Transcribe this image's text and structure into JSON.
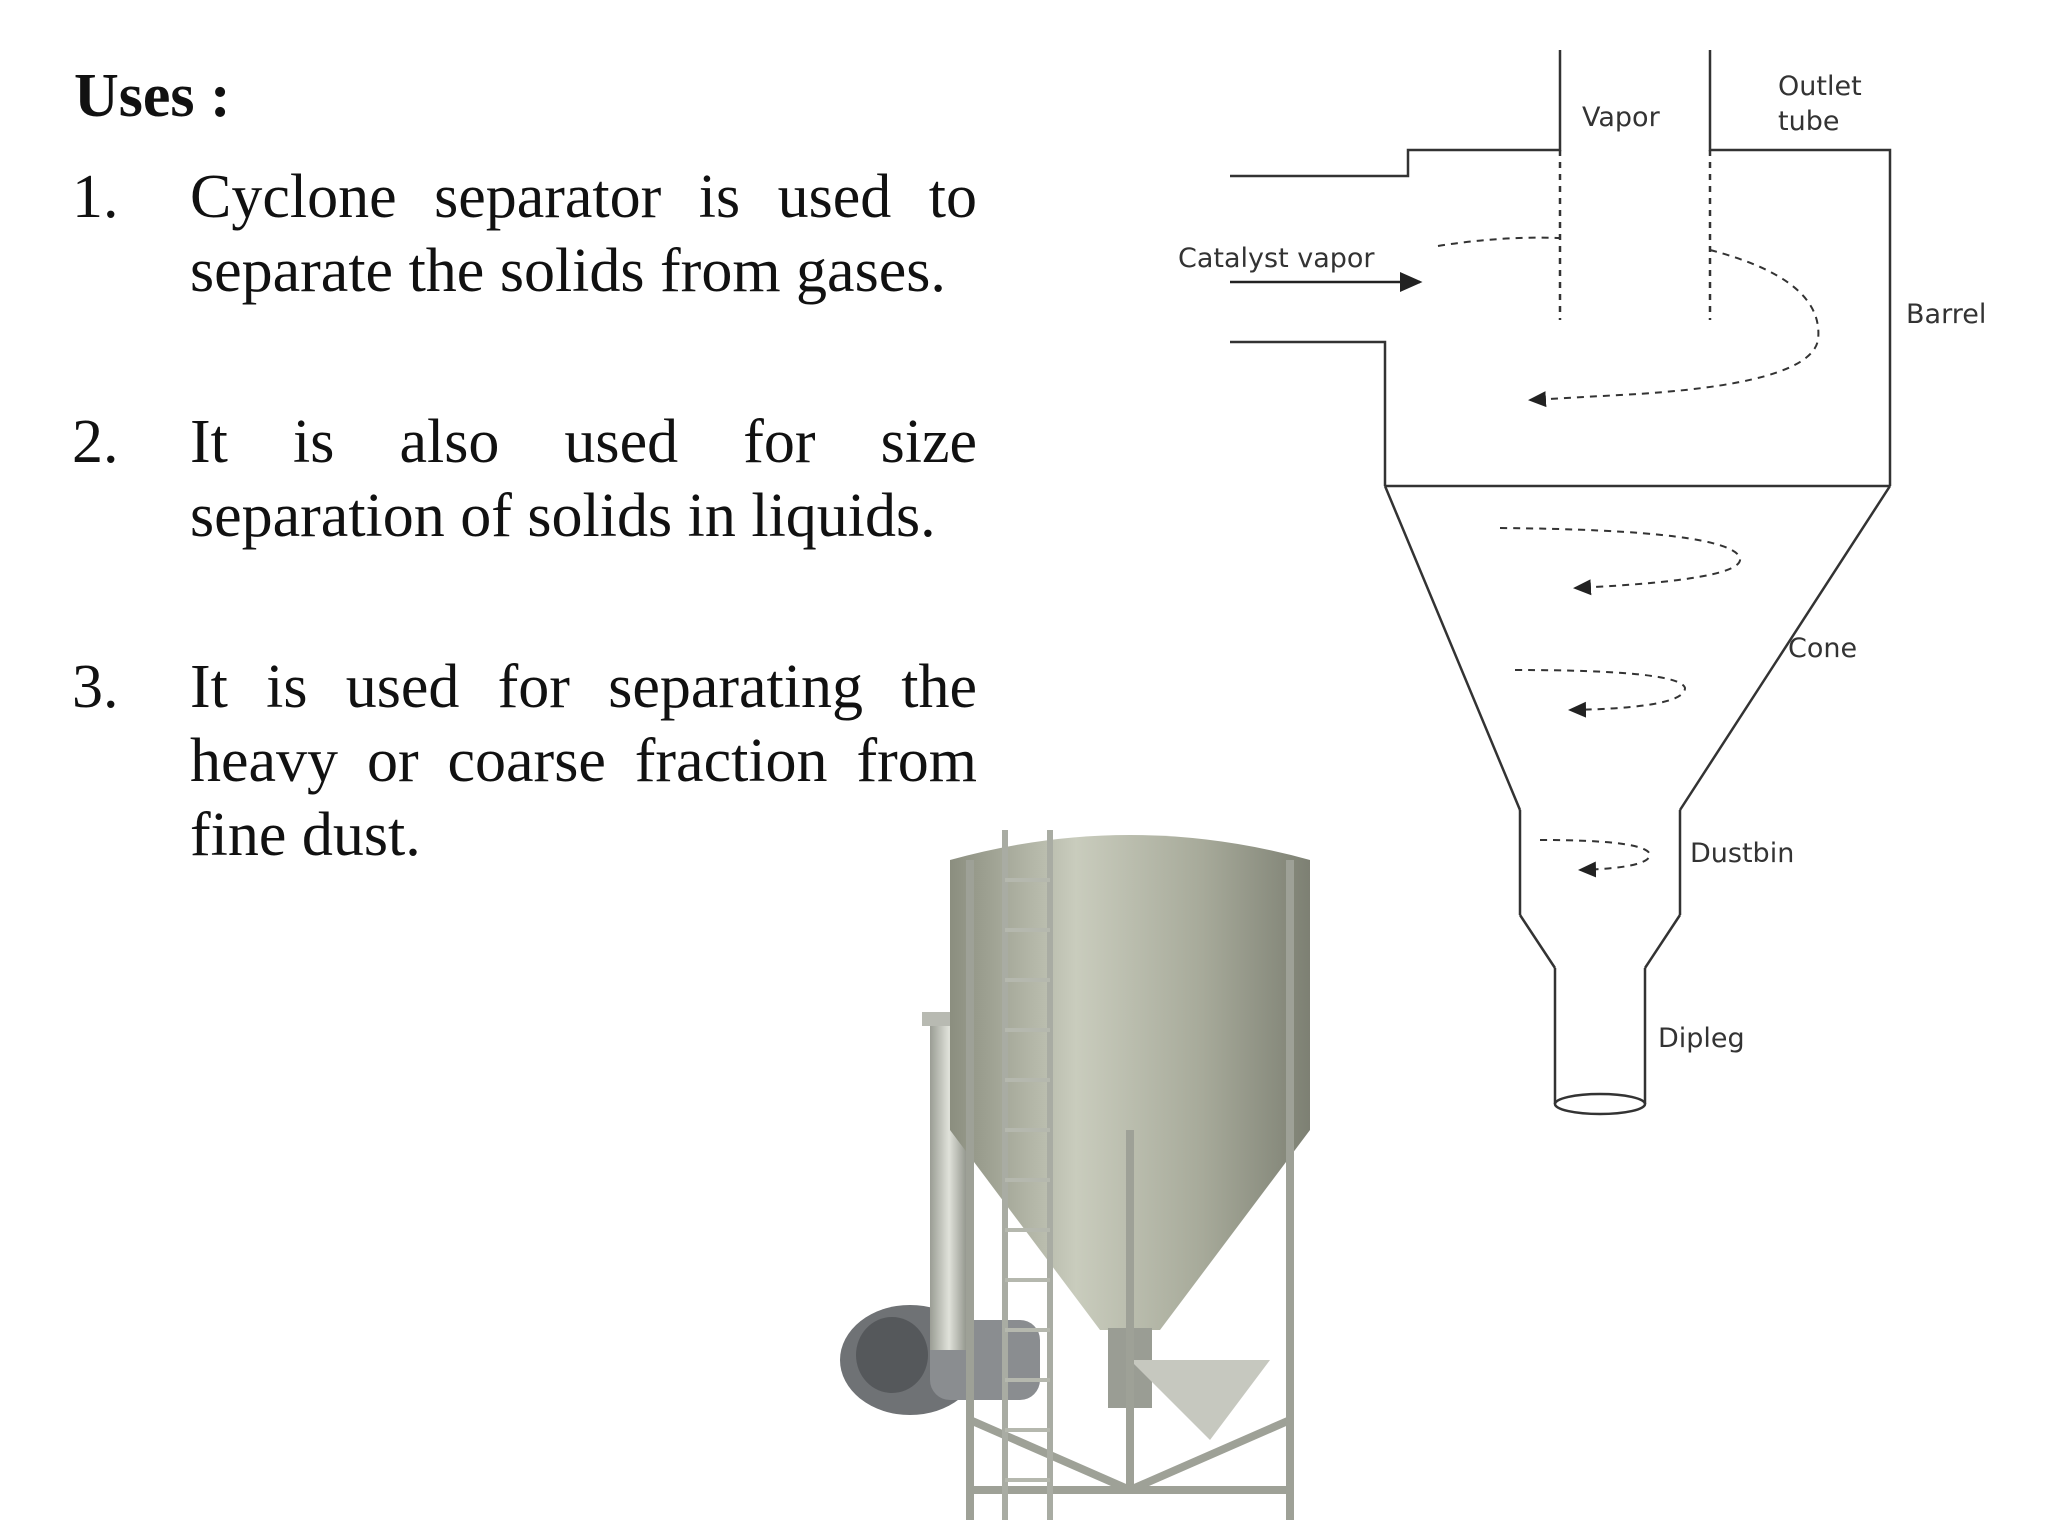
{
  "uses": {
    "title": "Uses :",
    "items": [
      {
        "number": "1.",
        "text": "Cyclone separator is used to separate the solids from gases."
      },
      {
        "number": "2.",
        "text": "It is also used for size separation of solids in liquids."
      },
      {
        "number": "3.",
        "text": "It is used for separating the heavy or coarse fraction from fine dust."
      }
    ]
  },
  "diagram": {
    "labels": {
      "vapor": "Vapor",
      "outlet_line1": "Outlet",
      "outlet_line2": "tube",
      "catalyst_vapor": "Catalyst vapor",
      "barrel": "Barrel",
      "cone": "Cone",
      "dustbin": "Dustbin",
      "dipleg": "Dipleg"
    }
  }
}
